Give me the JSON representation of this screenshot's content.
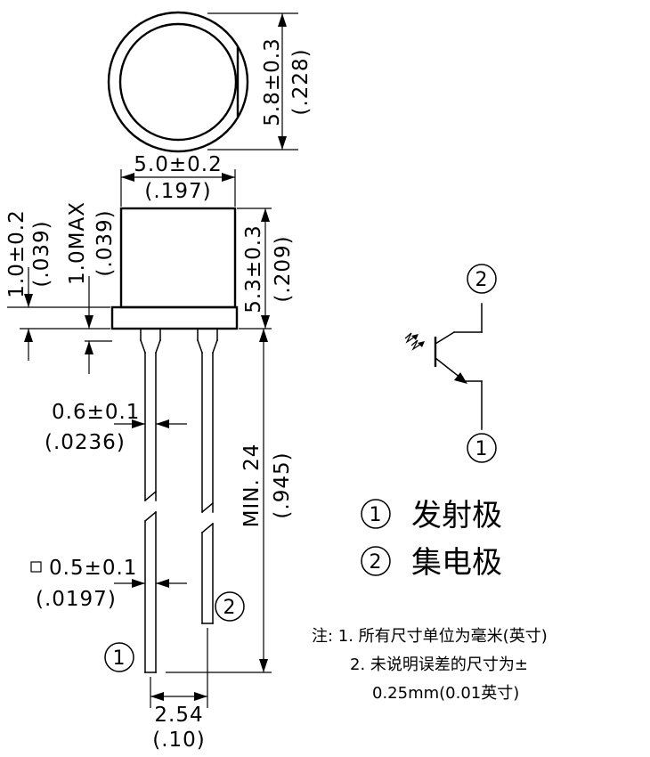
{
  "dimensions": {
    "lens_diameter": "5.8±0.3",
    "lens_diameter_in": "(.228)",
    "body_width": "5.0±0.2",
    "body_width_in": "(.197)",
    "flange_height": "1.0±0.2",
    "flange_height_in": "(.039)",
    "flange_max": "1.0MAX",
    "flange_max_in": "(.039)",
    "body_height": "5.3±0.3",
    "body_height_in": "(.209)",
    "lead_width_flat": "0.6±0.1",
    "lead_width_flat_in": "(.0236)",
    "lead_square": "0.5±0.1",
    "lead_square_in": "(.0197)",
    "lead_length": "MIN. 24",
    "lead_length_in": "(.945)",
    "lead_pitch": "2.54",
    "lead_pitch_in": "(.10)"
  },
  "pins": {
    "pin1": "1",
    "pin2": "2"
  },
  "legend": {
    "item1_num": "1",
    "item1_label": "发射极",
    "item2_num": "2",
    "item2_label": "集电极"
  },
  "notes": {
    "line1": "注: 1. 所有尺寸单位为毫米(英寸)",
    "line2": "2. 未说明误差的尺寸为±",
    "line3": "0.25mm(0.01英寸)"
  }
}
